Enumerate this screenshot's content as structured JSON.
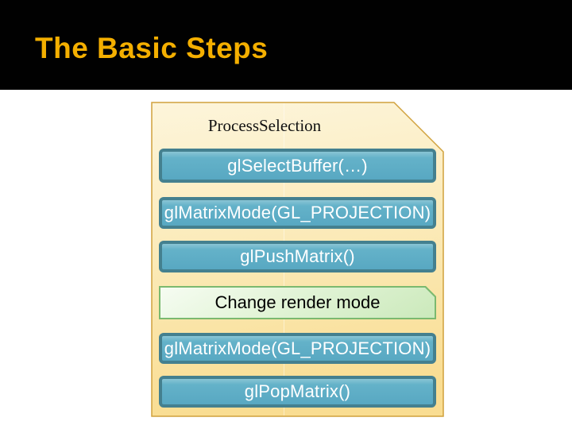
{
  "header": {
    "title": "The Basic Steps"
  },
  "diagram": {
    "title": "ProcessSelection",
    "steps": [
      {
        "label": "glSelectBuffer(…)",
        "kind": "gl-call"
      },
      {
        "label": "glMatrixMode(GL_PROJECTION)",
        "kind": "gl-call"
      },
      {
        "label": "glPushMatrix()",
        "kind": "gl-call"
      },
      {
        "label": "Change render mode",
        "kind": "action"
      },
      {
        "label": "glMatrixMode(GL_PROJECTION)",
        "kind": "gl-call"
      },
      {
        "label": "glPopMatrix()",
        "kind": "gl-call"
      }
    ]
  },
  "colors": {
    "slide_header_bg": "#010101",
    "header_title": "#F4AF00",
    "document_fill_top": "#FDF3D2",
    "document_fill_bottom": "#F9DD92",
    "document_border": "#D0A13C",
    "call_box_fill": "#5EAEC7",
    "call_box_border": "#44808F",
    "call_box_text": "#FFFFFF",
    "action_box_fill": "#DDF2D2",
    "action_box_border": "#7BB96F",
    "action_box_text": "#000000"
  }
}
